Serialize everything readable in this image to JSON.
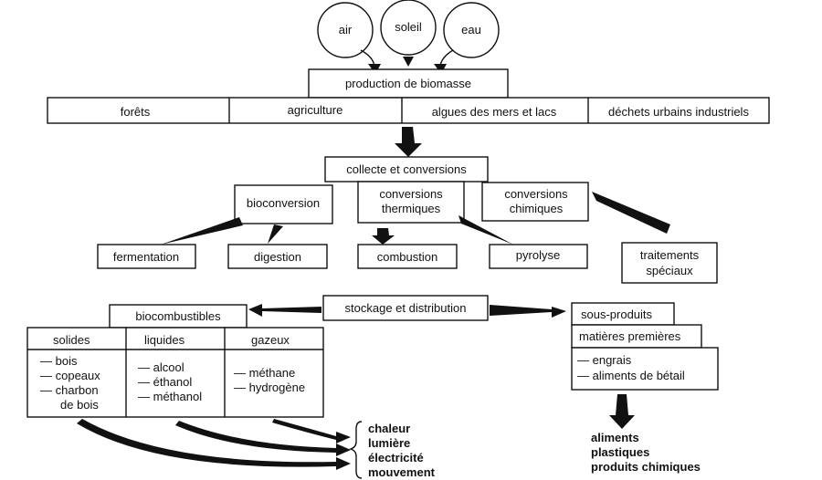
{
  "inputs": {
    "air": "air",
    "soleil": "soleil",
    "eau": "eau"
  },
  "production": "production de biomasse",
  "sources": {
    "forets": "forêts",
    "agriculture": "agriculture",
    "algues": "algues des mers et lacs",
    "dechets": "déchets urbains industriels"
  },
  "collecte": "collecte et conversions",
  "conversions": {
    "bioconversion": "bioconversion",
    "thermiques_1": "conversions",
    "thermiques_2": "thermiques",
    "chimiques_1": "conversions",
    "chimiques_2": "chimiques"
  },
  "processes": {
    "fermentation": "fermentation",
    "digestion": "digestion",
    "combustion": "combustion",
    "pyrolyse": "pyrolyse",
    "traitements_1": "traitements",
    "traitements_2": "spéciaux"
  },
  "stockage": "stockage et distribution",
  "biocombustibles": {
    "title": "biocombustibles",
    "solides": {
      "header": "solides",
      "items": [
        "— bois",
        "— copeaux",
        "— charbon",
        "de bois"
      ]
    },
    "liquides": {
      "header": "liquides",
      "items": [
        "— alcool",
        "— éthanol",
        "— méthanol"
      ]
    },
    "gazeux": {
      "header": "gazeux",
      "items": [
        "— méthane",
        "— hydrogène"
      ]
    }
  },
  "sous_produits": {
    "title": "sous-produits",
    "matieres": "matières premières",
    "items": [
      "— engrais",
      "— aliments de bétail"
    ]
  },
  "energies": [
    "chaleur",
    "lumière",
    "électricité",
    "mouvement"
  ],
  "produits": [
    "aliments",
    "plastiques",
    "produits chimiques"
  ]
}
